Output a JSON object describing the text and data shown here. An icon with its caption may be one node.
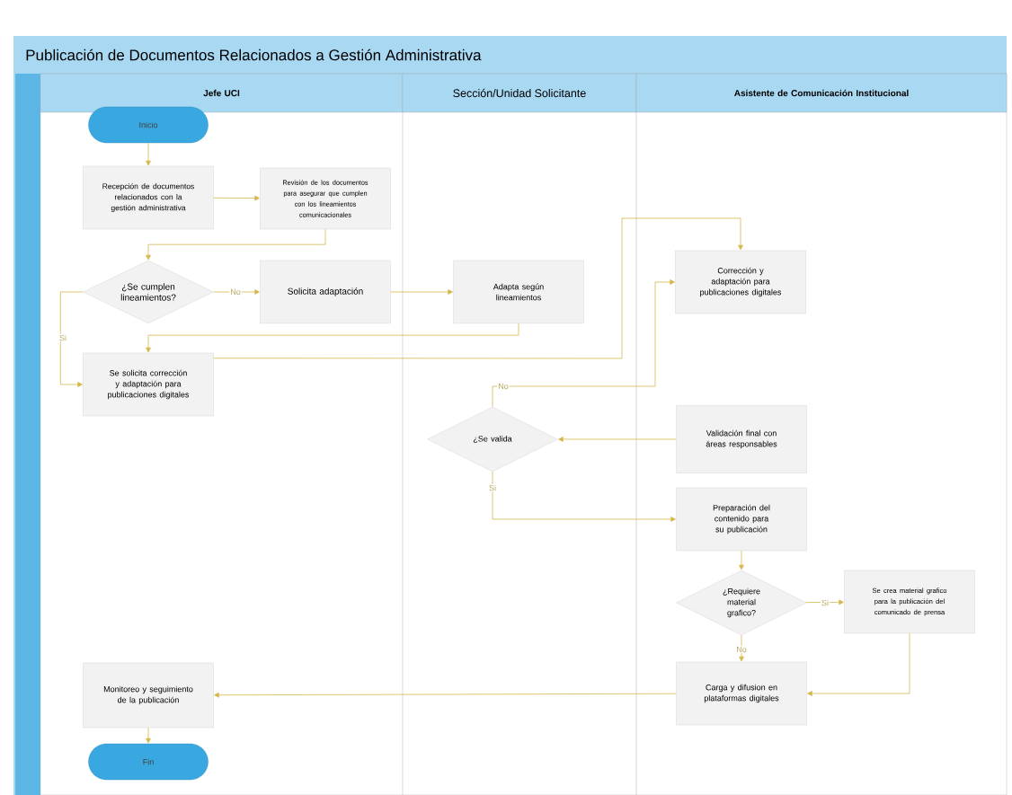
{
  "diagram": {
    "title": "Publicación de Documentos Relacionados a Gestión Administrativa",
    "nodes": [
      {
        "text": [
          "Jefe UCI"
        ]
      },
      {
        "text": [
          "Sección/Unidad Solicitante"
        ]
      },
      {
        "text": [
          "Asistente de Comunicación Institucional"
        ]
      },
      {
        "text": [
          "Inicio"
        ],
        "in": 0
      },
      {
        "text": [
          "Recepción de documentos relacionados con la gestión administrativa"
        ],
        "in": 0
      },
      {
        "text": [
          "Revisión de los documentos para asegurar que cumplen con los lineamientos comunicacionales"
        ],
        "in": 0
      },
      {
        "text": [
          "¿Se cumplen lineamientos?"
        ],
        "in": 0
      },
      {
        "text": [
          "Solicita adaptación"
        ],
        "in": 0
      },
      {
        "text": [
          "Adapta según lineamientos"
        ],
        "in": 1
      },
      {
        "text": [
          "Se solicita corrección y adaptación para publicaciones digitales"
        ],
        "in": 0
      },
      {
        "text": [
          "Corrección y adaptación para publicaciones digitales"
        ],
        "in": 2
      },
      {
        "text": [
          "¿Se valida"
        ],
        "in": 1
      },
      {
        "text": [
          "Validación final con áreas responsables"
        ],
        "in": 2
      },
      {
        "text": [
          "Preparación del contenido para su publicación"
        ],
        "in": 2
      },
      {
        "text": [
          "¿Requiere material grafico?"
        ],
        "in": 2
      },
      {
        "text": [
          "Se crea material grafico para la publicación del comunicado de prensa"
        ],
        "in": 2
      },
      {
        "text": [
          "Carga y difusion en plataformas digitales"
        ],
        "in": 2
      },
      {
        "text": [
          "Monitoreo y seguimiento de la publicación"
        ],
        "in": 0
      },
      {
        "text": [
          "Fin"
        ],
        "in": 0
      }
    ],
    "edges": [
      {
        "from": 3,
        "to": 4,
        "arrow": "to"
      },
      {
        "from": 4,
        "to": 5,
        "arrow": "to"
      },
      {
        "from": 5,
        "to": 6,
        "arrow": "to"
      },
      {
        "from": 6,
        "to": 7,
        "arrow": "to",
        "label": "No"
      },
      {
        "from": 7,
        "to": 8,
        "arrow": "to"
      },
      {
        "from": 8,
        "to": 9,
        "arrow": "to"
      },
      {
        "from": 6,
        "to": 9,
        "arrow": "to",
        "label": "Si"
      },
      {
        "from": 9,
        "to": 10,
        "arrow": "to"
      },
      {
        "from": 11,
        "to": 10,
        "arrow": "to",
        "label": "No"
      },
      {
        "from": 12,
        "to": 11,
        "arrow": "to"
      },
      {
        "from": 11,
        "to": 13,
        "arrow": "to",
        "label": "Si"
      },
      {
        "from": 13,
        "to": 14,
        "arrow": "to"
      },
      {
        "from": 14,
        "to": 15,
        "arrow": "to",
        "label": "Si"
      },
      {
        "from": 14,
        "to": 16,
        "arrow": "to",
        "label": "No"
      },
      {
        "from": 15,
        "to": 16,
        "arrow": "to"
      },
      {
        "from": 16,
        "to": 17,
        "arrow": "to"
      },
      {
        "from": 17,
        "to": 18,
        "arrow": "to"
      }
    ]
  }
}
